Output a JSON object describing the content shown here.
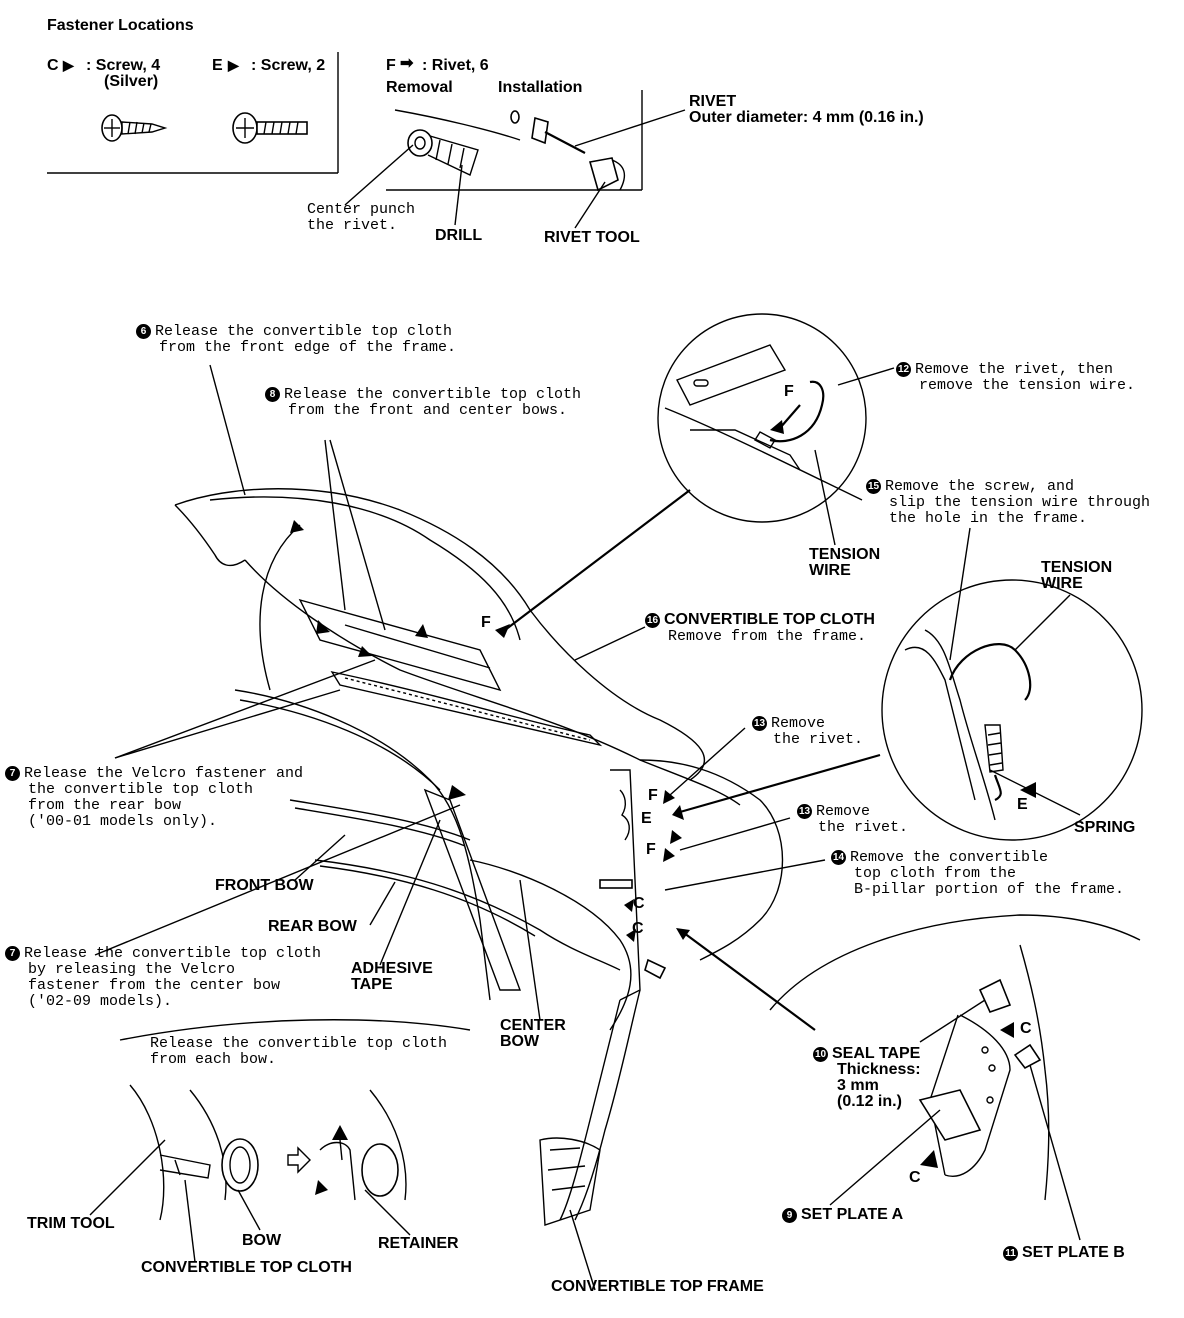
{
  "header": {
    "title": "Fastener Locations",
    "screw_c_label": "C",
    "screw_c_desc": ": Screw, 4",
    "screw_c_sub": "(Silver)",
    "screw_e_label": "E",
    "screw_e_desc": ": Screw, 2",
    "rivet_f_label": "F",
    "rivet_f_desc": ": Rivet, 6",
    "removal": "Removal",
    "installation": "Installation",
    "rivet": "RIVET",
    "rivet_od": "Outer diameter: 4 mm (0.16 in.)",
    "center_punch_1": "Center punch",
    "center_punch_2": "the rivet.",
    "drill": "DRILL",
    "rivet_tool": "RIVET TOOL"
  },
  "steps": {
    "s6_num": "6",
    "s6_l1": "Release the convertible top cloth",
    "s6_l2": "from the front edge of the frame.",
    "s8_num": "8",
    "s8_l1": "Release the convertible top cloth",
    "s8_l2": "from the front and center bows.",
    "s12_num": "12",
    "s12_l1": "Remove the rivet, then",
    "s12_l2": "remove the tension wire.",
    "s15_num": "15",
    "s15_l1": "Remove the screw, and",
    "s15_l2": "slip the tension wire through",
    "s15_l3": "the hole in the frame.",
    "s16_num": "16",
    "s16_l1": "CONVERTIBLE TOP CLOTH",
    "s16_l2": "Remove from the frame.",
    "s13a_num": "13",
    "s13a_l1": "Remove",
    "s13a_l2": "the rivet.",
    "s13b_num": "13",
    "s13b_l1": "Remove",
    "s13b_l2": "the rivet.",
    "s14_num": "14",
    "s14_l1": "Remove the convertible",
    "s14_l2": "top cloth from the",
    "s14_l3": "B-pillar portion of the frame.",
    "s7a_num": "7",
    "s7a_l1": "Release the Velcro fastener and",
    "s7a_l2": "the convertible top cloth",
    "s7a_l3": "from the rear bow",
    "s7a_l4": "('00-01 models only).",
    "s7b_num": "7",
    "s7b_l1": "Release the convertible top cloth",
    "s7b_l2": "by releasing the Velcro",
    "s7b_l3": "fastener from the center bow",
    "s7b_l4": "('02-09 models).",
    "s10_num": "10",
    "s10_l1": "SEAL TAPE",
    "s10_l2": "Thickness:",
    "s10_l3": "3 mm",
    "s10_l4": "(0.12 in.)",
    "s9_num": "9",
    "s9_l1": "SET PLATE A",
    "s11_num": "11",
    "s11_l1": "SET PLATE B",
    "bows_l1": "Release the convertible top cloth",
    "bows_l2": "from each bow."
  },
  "labels": {
    "tension_wire_1": "TENSION",
    "tension_wire_2": "WIRE",
    "tension_wire_b1": "TENSION",
    "tension_wire_b2": "WIRE",
    "spring": "SPRING",
    "front_bow": "FRONT BOW",
    "rear_bow": "REAR BOW",
    "adhesive_1": "ADHESIVE",
    "adhesive_2": "TAPE",
    "center_1": "CENTER",
    "center_2": "BOW",
    "trim_tool": "TRIM TOOL",
    "bow": "BOW",
    "retainer": "RETAINER",
    "cloth": "CONVERTIBLE TOP CLOTH",
    "frame": "CONVERTIBLE TOP FRAME"
  },
  "callout_letters": {
    "f1": "F",
    "f2": "F",
    "f3": "F",
    "f4": "F",
    "e1": "E",
    "e2": "E",
    "c1": "C",
    "c2": "C",
    "c3": "C",
    "c4": "C"
  }
}
